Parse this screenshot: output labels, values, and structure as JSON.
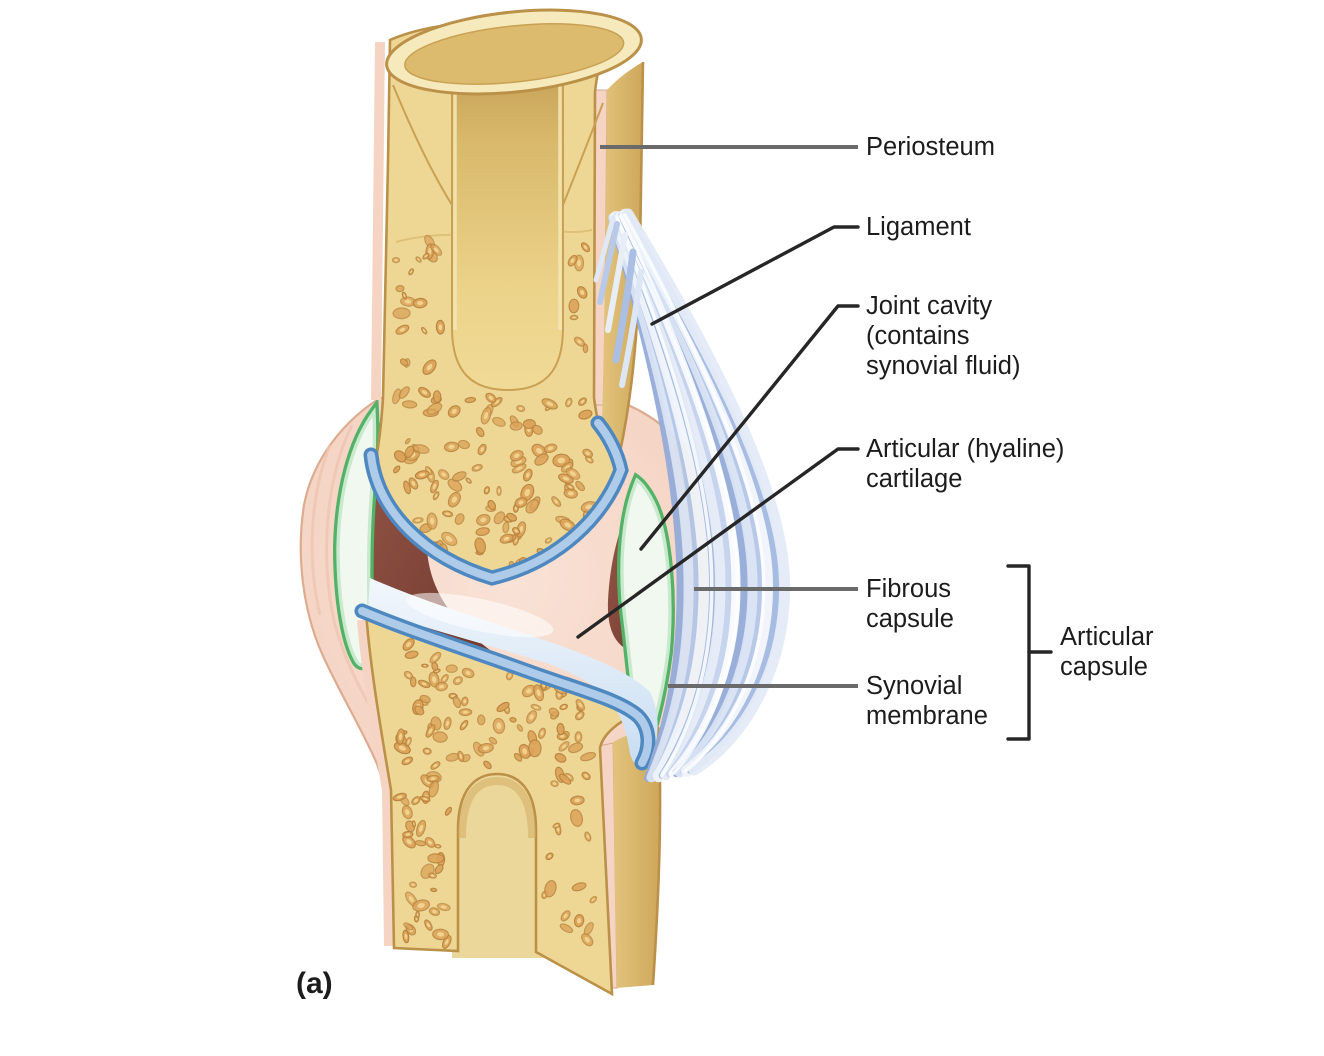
{
  "figure": {
    "panel_letter": "(a)",
    "labels": {
      "periosteum": "Periosteum",
      "ligament": "Ligament",
      "joint_cavity_l1": "Joint cavity",
      "joint_cavity_l2": "(contains",
      "joint_cavity_l3": "synovial fluid)",
      "articular_cartilage_l1": "Articular (hyaline)",
      "articular_cartilage_l2": "cartilage",
      "fibrous_capsule_l1": "Fibrous",
      "fibrous_capsule_l2": "capsule",
      "synovial_membrane_l1": "Synovial",
      "synovial_membrane_l2": "membrane",
      "articular_capsule_l1": "Articular",
      "articular_capsule_l2": "capsule"
    },
    "colors": {
      "background": "#ffffff",
      "bone_fill": "#eed795",
      "bone_outline": "#bb9149",
      "bone_rim_cream": "#f6e9bb",
      "medullary_cavity_tan": "#d9b96b",
      "spongy_speckle": "#dca45a",
      "spongy_speckle_edge": "#b9853f",
      "spongy_speckle_core": "#f2d794",
      "periosteum_pink": "#f6d4c4",
      "capsule_pink": "#f6dbcd",
      "capsule_edge": "#dcab90",
      "cartilage_blue_edge": "#4e88c0",
      "cartilage_blue_fill": "#aecbe9",
      "synovial_fluid_blue": "#cfe2f4",
      "membrane_green": "#53b168",
      "membrane_green_light": "#c9e9cd",
      "joint_cavity_red": "#8c5143",
      "joint_cavity_red_dark": "#6e392d",
      "ligament_blue": "#93abd8",
      "ligament_light": "#eef3fb",
      "label_text": "#1c1c1c",
      "leader_dark": "#262626",
      "leader_gray": "#6a6a6a"
    }
  }
}
